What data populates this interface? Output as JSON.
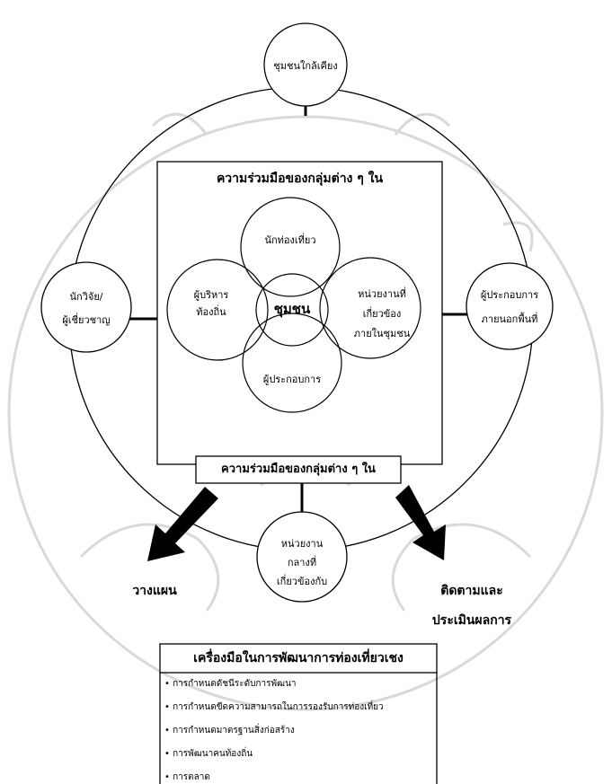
{
  "diagram": {
    "top_circle": "ชุมชนใกล้เคียง",
    "left_circle": [
      "นักวิจัย/",
      "ผู้เชี่ยวชาญ"
    ],
    "right_circle": [
      "ผู้ประกอบการ",
      "ภายนอกพื้นที่"
    ],
    "bottom_circle": [
      "หน่วยงาน",
      "กลางที่",
      "เกี่ยวข้องกับ"
    ],
    "inner_title": "ความร่วมมือของกลุ่มต่าง ๆ ใน",
    "inner_bottom_label": "ความร่วมมือของกลุ่มต่าง ๆ ใน",
    "petals": {
      "top": "นักท่องเที่ยว",
      "left": [
        "ผู้บริหาร",
        "ท้องถิ่น"
      ],
      "right": [
        "หน่วยงานที่",
        "เกี่ยวข้อง",
        "ภายในชุมชน"
      ],
      "bottom": "ผู้ประกอบการ",
      "center": "ชุมชน"
    },
    "arrow_left_label": "วางแผน",
    "arrow_right_label": [
      "ติดตามและ",
      "ประเมินผลการ"
    ],
    "tools_title": "เครื่องมือในการพัฒนาการท่องเที่ยวเชง",
    "tools_items": [
      "• การกำหนดดัชนีระดับการพัฒนา",
      "• การกำหนดขีดความสามารถในการรองรับการท่องเที่ยว",
      "• การกำหนดมาตรฐานสิ่งก่อสร้าง",
      "• การพัฒนาคนท้องถิ่น",
      "• การตลาด"
    ]
  }
}
